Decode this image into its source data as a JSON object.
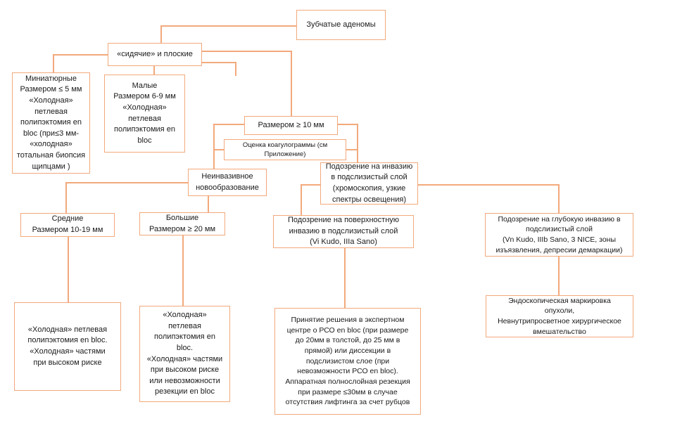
{
  "diagram": {
    "title": "Зубчатые аденомы",
    "border_color": "#F2A97C",
    "background_color": "#FFFFFF",
    "nodes": {
      "root": {
        "label": "Зубчатые аденомы"
      },
      "sessile": {
        "label": "«сидячие» и плоские"
      },
      "miniature": {
        "label": "Миниатюрные\nРазмером ≤ 5 мм\n«Холодная»\nпетлевая\nполипэктомия en\nbloc (при≤3 мм-\n«холодная»\nтотальная биопсия\nщипцами )"
      },
      "small": {
        "label": "Малые\nРазмером 6-9 мм\n«Холодная»\nпетлевая\nполипэктомия en\nbloc"
      },
      "size10": {
        "label": "Размером ≥ 10 мм"
      },
      "coagulogram": {
        "label": "Оценка коагулограммы (см\nПриложение)"
      },
      "noninvasive": {
        "label": "Неинвазивное\nновообразование"
      },
      "suspected_invasion": {
        "label": "Подозрение на инвазию\nв подслизистый слой\n(хромоскопия, узкие\nспектры освещения)"
      },
      "medium": {
        "label": "Средние\nРазмером 10-19 мм"
      },
      "large": {
        "label": "Большие\nРазмером ≥ 20 мм"
      },
      "superficial": {
        "label": "Подозрение на поверхностную\nинвазию в подслизистый слой\n(Vi Kudo, IIIa Sano)"
      },
      "deep": {
        "label": "Подозрение на глубокую инвазию в\nподслизистый слой\n(Vn Kudo, IIIb Sano, 3 NICE,  зоны\nизъязвления, депресии демаркации)"
      },
      "cold_snare_medium": {
        "label": "«Холодная» петлевая\nполипэктомия en bloc.\n«Холодная» частями\nпри высоком риске"
      },
      "cold_snare_large": {
        "label": "«Холодная»\nпетлевая\nполипэктомия en\nbloc.\n«Холодная» частями\nпри высоком риске\nили невозможности\nрезекции en bloc"
      },
      "expert_center": {
        "label": "Принятие решения в экспертном\nцентре о РСО en bloc (при размере\nдо 20мм в толстой, до 25 мм в\nпрямой) или диссекции в\nподслизистом слое (при\nневозможности РСО en bloc).\nАппаратная полнослойная резекция\nпри размере ≤30мм в случае\nотсутствия лифтинга за счет рубцов"
      },
      "endoscopic_marking": {
        "label": "Эндоскопическая маркировка\nопухоли,\nНевнутрипросветное хирургическое\nвмешательство"
      }
    }
  }
}
